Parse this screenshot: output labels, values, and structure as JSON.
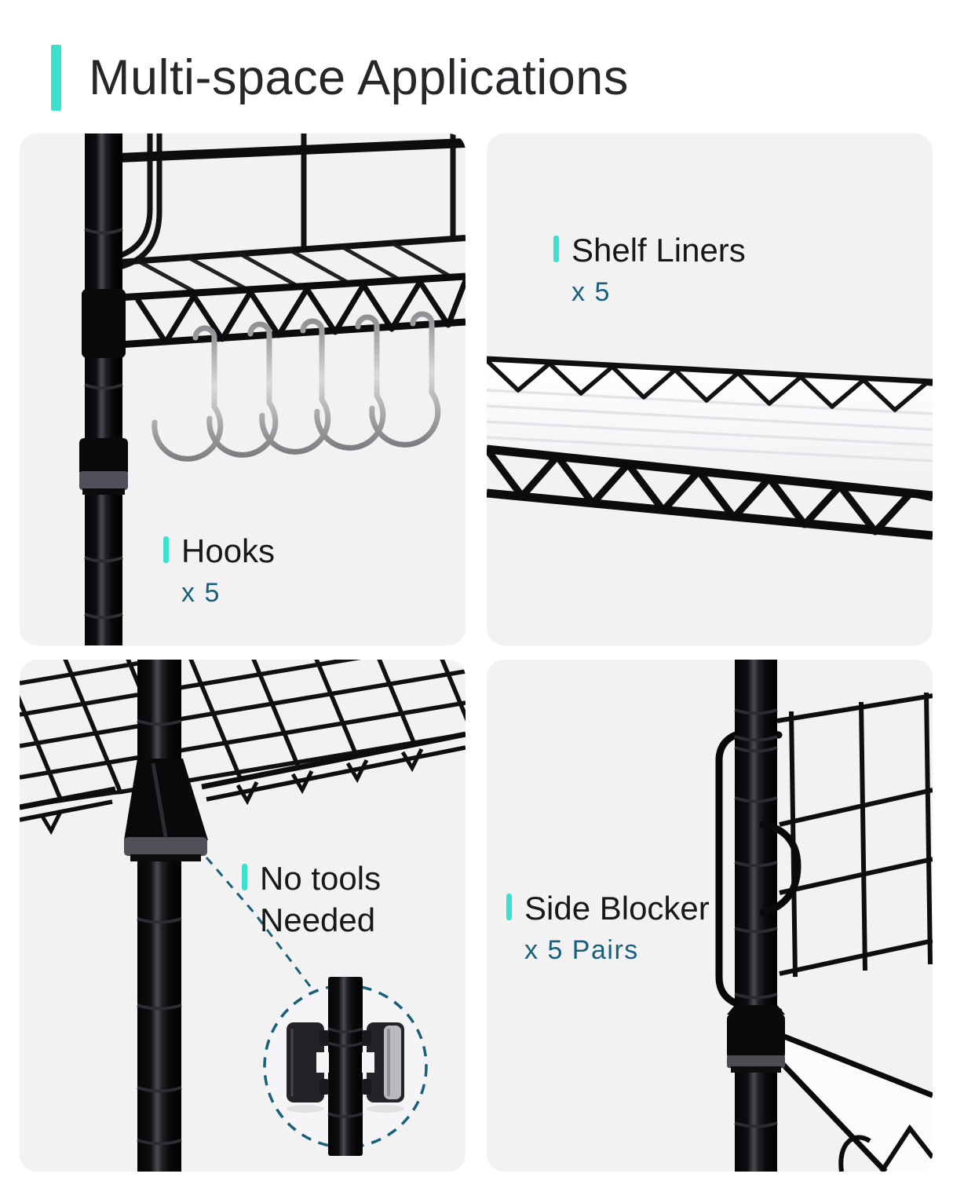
{
  "title": "Multi-space Applications",
  "colors": {
    "accent": "#3CE1CD",
    "count": "#18607A",
    "title_text": "#26262B",
    "label_text": "#18181A",
    "panel_bg": "#F2F2F3",
    "page_bg": "#FFFFFF",
    "wire_black": "#0E0E10",
    "hook_silver": "#C9C9CB",
    "liner_white": "#FAFBFD",
    "callout_teal": "#18607A"
  },
  "panels": {
    "hooks": {
      "label": "Hooks",
      "count": "x 5"
    },
    "shelf_liners": {
      "label": "Shelf Liners",
      "count": "x 5"
    },
    "no_tools": {
      "label_line1": "No tools",
      "label_line2": "Needed"
    },
    "side_blocker": {
      "label": "Side Blocker",
      "count": "x 5 Pairs"
    }
  }
}
